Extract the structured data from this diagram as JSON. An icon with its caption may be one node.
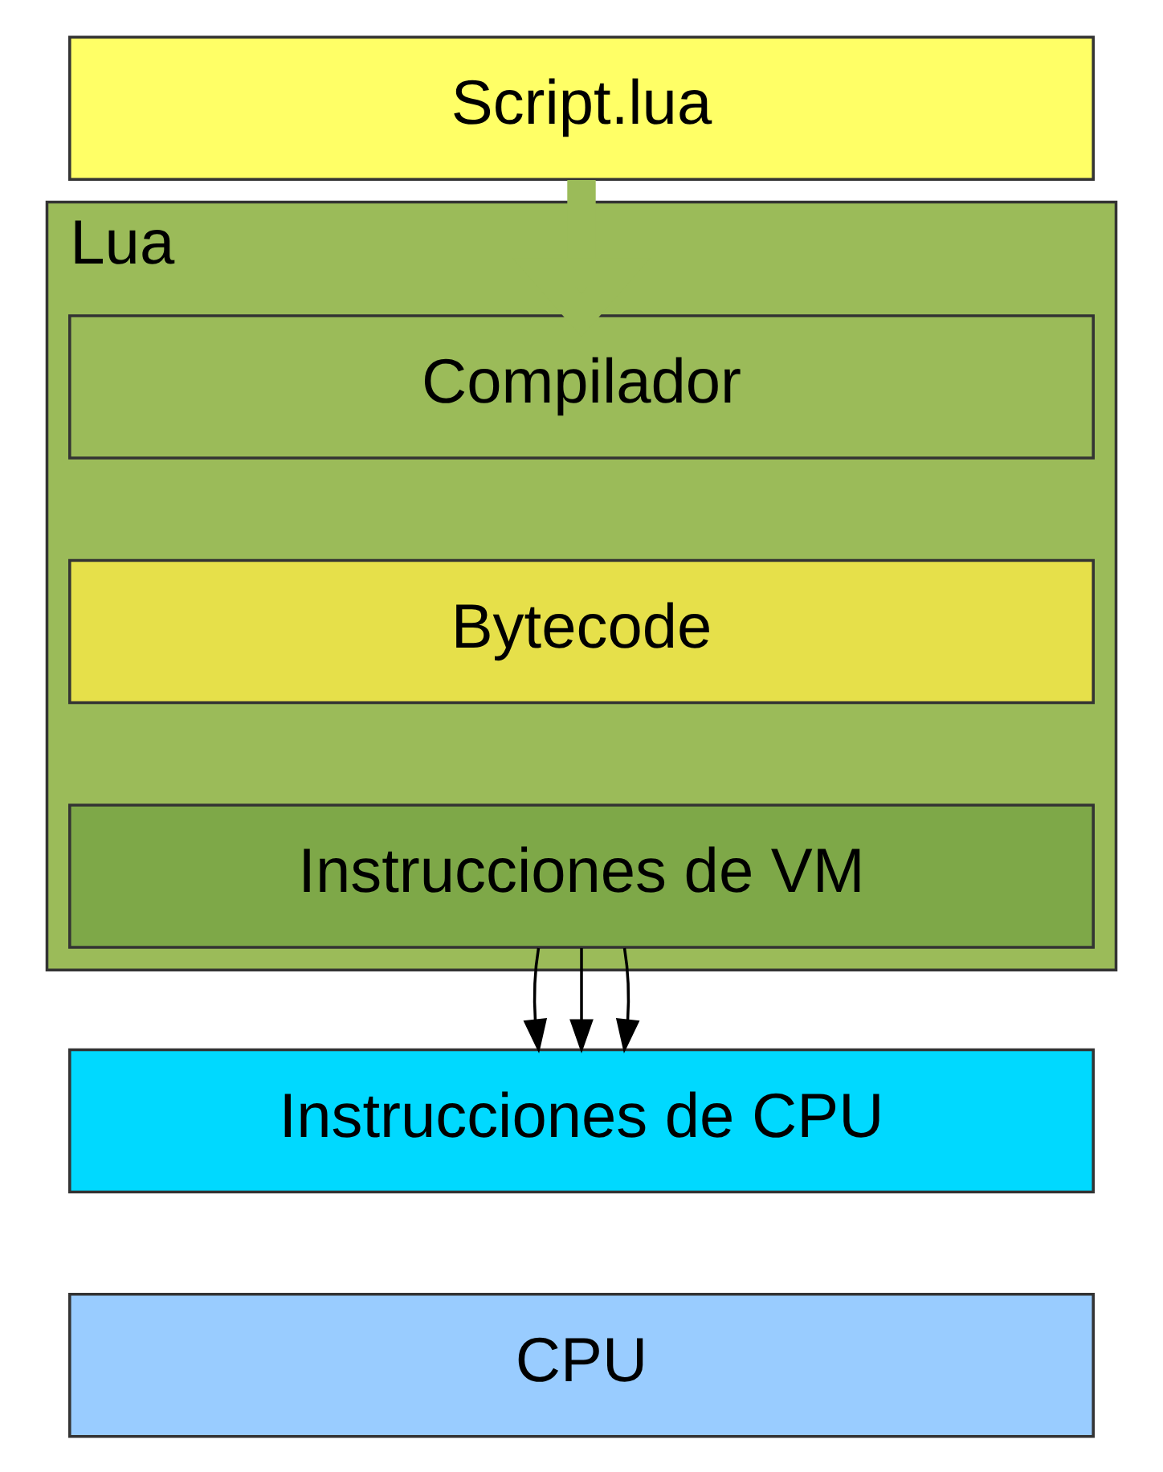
{
  "diagram": {
    "nodes": [
      {
        "text": [
          "Script.lua"
        ]
      },
      {
        "text": [
          "Lua"
        ]
      },
      {
        "text": [
          "Compilador"
        ],
        "in": 1
      },
      {
        "text": [
          "Bytecode"
        ],
        "in": 1
      },
      {
        "text": [
          "Instrucciones de VM"
        ],
        "in": 1
      },
      {
        "text": [
          "Instrucciones de CPU"
        ]
      },
      {
        "text": [
          "CPU"
        ]
      }
    ],
    "edges": [
      {
        "from": 0,
        "to": 2,
        "arrow": "to",
        "style": "thick",
        "color": "#9bbb59"
      },
      {
        "from": 4,
        "to": 5,
        "arrow": "to"
      },
      {
        "from": 4,
        "to": 5,
        "arrow": "to"
      },
      {
        "from": 4,
        "to": 5,
        "arrow": "to"
      }
    ]
  }
}
